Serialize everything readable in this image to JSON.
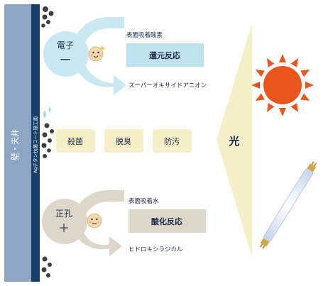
{
  "wall": {
    "label": "壁・天井",
    "coat_label": "Agチタン抗菌コート施工面"
  },
  "electron": {
    "name": "電子",
    "sign": "ー",
    "surface": "表面吸着酸素",
    "reaction": "還元反応",
    "product": "スーパーオキサイドアニオン"
  },
  "effects": [
    "殺菌",
    "脱臭",
    "防汚"
  ],
  "hole": {
    "name": "正孔",
    "sign": "＋",
    "surface": "表面吸着水",
    "reaction": "酸化反応",
    "product": "ヒドロキシラジカル"
  },
  "light": {
    "label": "光"
  },
  "colors": {
    "wall": "#8fa5c4",
    "coat": "#173f6b",
    "electron": "#c9e8f0",
    "reaction_box": "#bfe3ee",
    "effect_box": "#f6eec6",
    "hole": "#ddd6c9",
    "light": "#f5efc8",
    "sun": "#e8561e",
    "ink": "#1f2d4d"
  },
  "icons": [
    "particle-mascot-icon",
    "germ-icon",
    "sun-icon",
    "fluorescent-lamp-icon",
    "water-drop-icon"
  ]
}
